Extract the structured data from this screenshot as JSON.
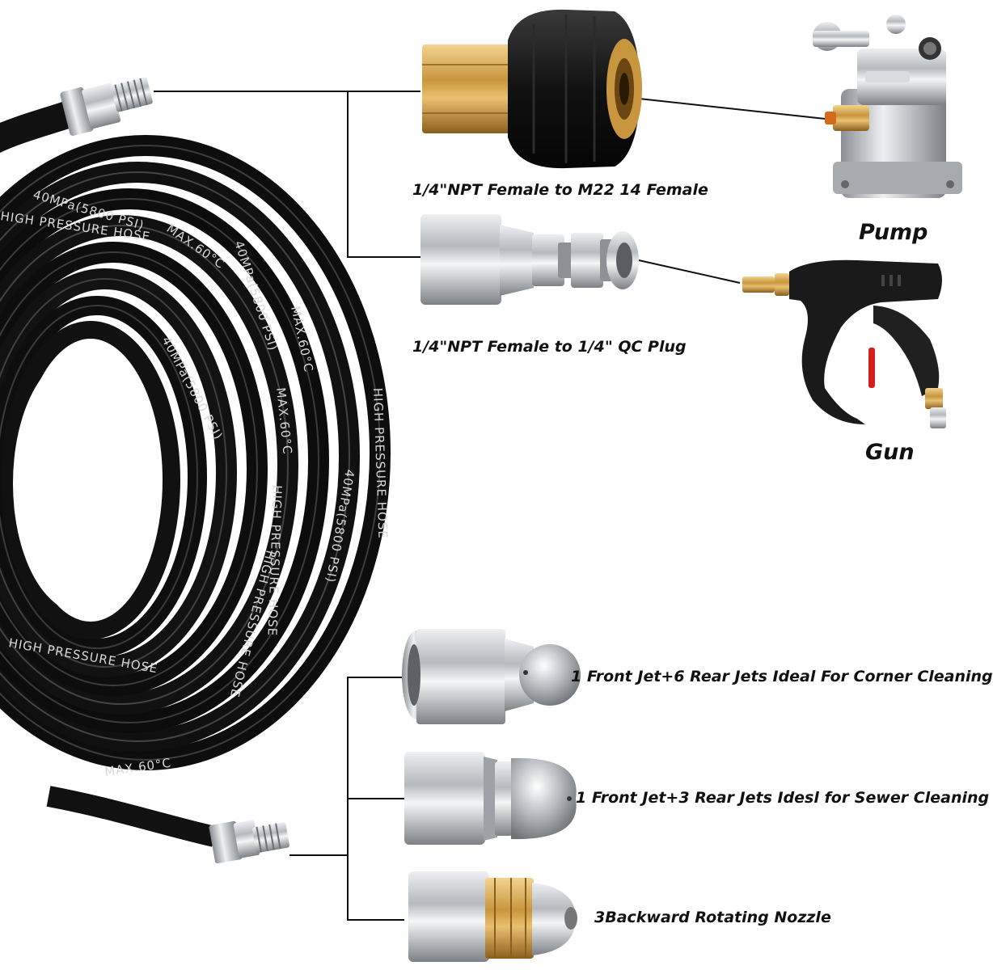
{
  "labels": {
    "adapter_m22": "1/4\"NPT Female to M22 14 Female",
    "adapter_qc": "1/4\"NPT Female to 1/4\" QC Plug",
    "pump": "Pump",
    "gun": "Gun",
    "nozzle_corner": "1 Front Jet+6 Rear Jets Ideal For Corner Cleaning",
    "nozzle_sewer": "1 Front Jet+3 Rear Jets Idesl for Sewer Cleaning",
    "nozzle_rotating": "3Backward Rotating Nozzle"
  },
  "hose_print": {
    "rating": "40MPa(5800 PSI)",
    "temperature": "MAX.60°C",
    "type": "HIGH PRESSURE HOSE"
  },
  "colors": {
    "hose": "#161616",
    "brass": "#c8963e",
    "steel": "#b9bcc0",
    "line": "#111111",
    "trigger_red": "#d62020"
  },
  "icons": {
    "hose": "coiled-hose-image",
    "m22_adapter": "m22-adapter-image",
    "qc_plug": "qc-plug-image",
    "pump": "pump-image",
    "gun": "spray-gun-image",
    "nozzle_corner": "corner-nozzle-image",
    "nozzle_sewer": "sewer-nozzle-image",
    "nozzle_rotating": "rotating-nozzle-image"
  }
}
